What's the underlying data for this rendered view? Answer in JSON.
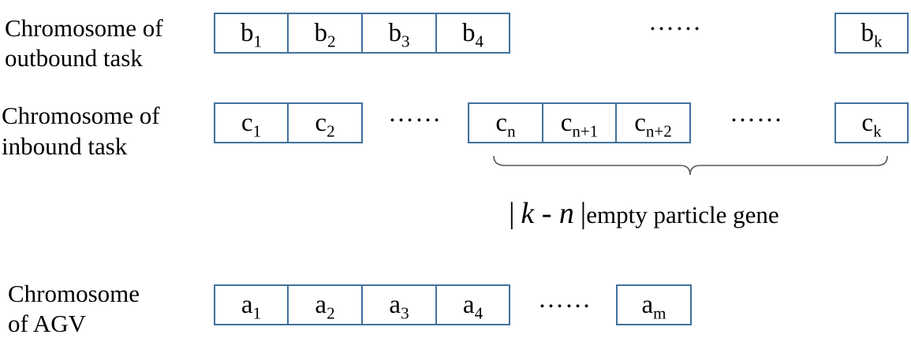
{
  "rows": {
    "outbound": {
      "label_line1": "Chromosome of",
      "label_line2": "outbound task",
      "genes": [
        {
          "base": "b",
          "sub": "1"
        },
        {
          "base": "b",
          "sub": "2"
        },
        {
          "base": "b",
          "sub": "3"
        },
        {
          "base": "b",
          "sub": "4"
        },
        {
          "base": "b",
          "sub": "k"
        }
      ],
      "ellipsis": "……"
    },
    "inbound": {
      "label_line1": "Chromosome of",
      "label_line2": "inbound task",
      "genes": [
        {
          "base": "c",
          "sub": "1"
        },
        {
          "base": "c",
          "sub": "2"
        },
        {
          "base": "c",
          "sub": "n"
        },
        {
          "base": "c",
          "sub": "n+1"
        },
        {
          "base": "c",
          "sub": "n+2"
        },
        {
          "base": "c",
          "sub": "k"
        }
      ],
      "ellipsis_1": "……",
      "ellipsis_2": "……",
      "brace_note": {
        "bar_open": "|",
        "expr_k": "k",
        "expr_minus": " - ",
        "expr_n": "n",
        "bar_close": "|",
        "text": "empty particle gene"
      }
    },
    "agv": {
      "label_line1": "Chromosome",
      "label_line2": "of AGV",
      "genes": [
        {
          "base": "a",
          "sub": "1"
        },
        {
          "base": "a",
          "sub": "2"
        },
        {
          "base": "a",
          "sub": "3"
        },
        {
          "base": "a",
          "sub": "4"
        },
        {
          "base": "a",
          "sub": "m"
        }
      ],
      "ellipsis": "……"
    }
  },
  "colors": {
    "gene_border": "#41719C",
    "brace": "#595959"
  }
}
